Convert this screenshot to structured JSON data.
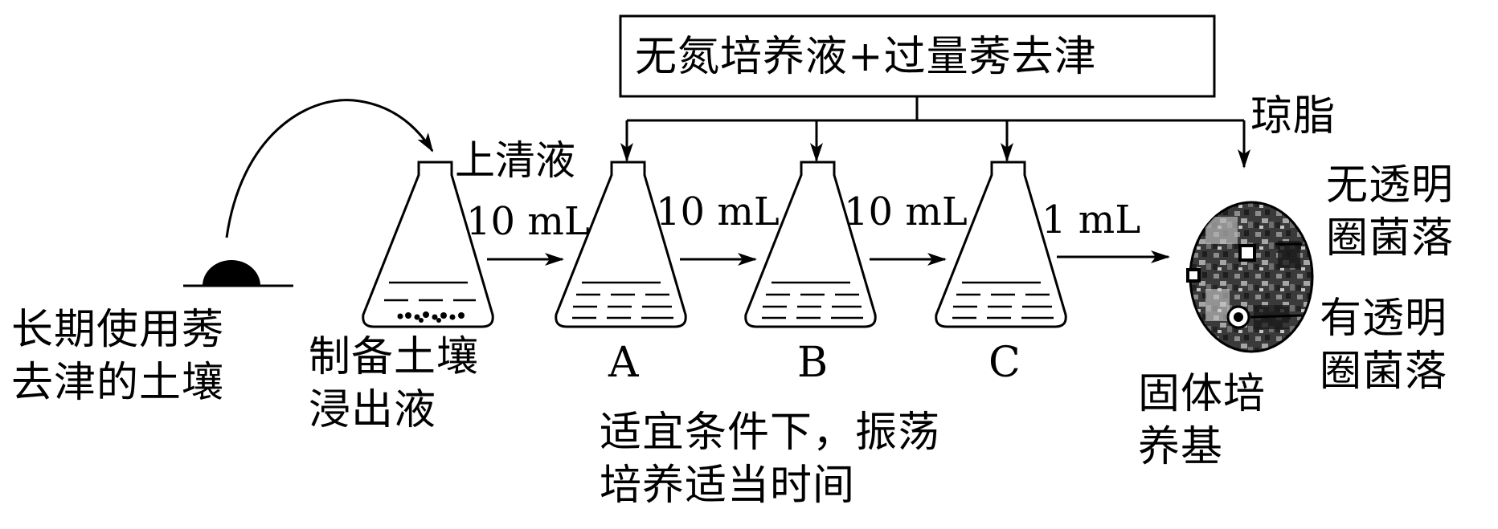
{
  "medium_box": "无氮培养液+过量莠去津",
  "agar": "琼脂",
  "soil": [
    "长期使用莠",
    "去津的土壤"
  ],
  "extract": [
    "制备土壤",
    "浸出液"
  ],
  "supernatant": "上清液",
  "transfers": [
    "10 mL",
    "10 mL",
    "10 mL",
    "1 mL"
  ],
  "flasks": [
    "A",
    "B",
    "C"
  ],
  "culture": [
    "适宜条件下，振荡",
    "培养适当时间"
  ],
  "plate": [
    "固体培",
    "养基"
  ],
  "no_halo": [
    "无透明",
    "圈菌落"
  ],
  "halo": [
    "有透明",
    "圈菌落"
  ]
}
